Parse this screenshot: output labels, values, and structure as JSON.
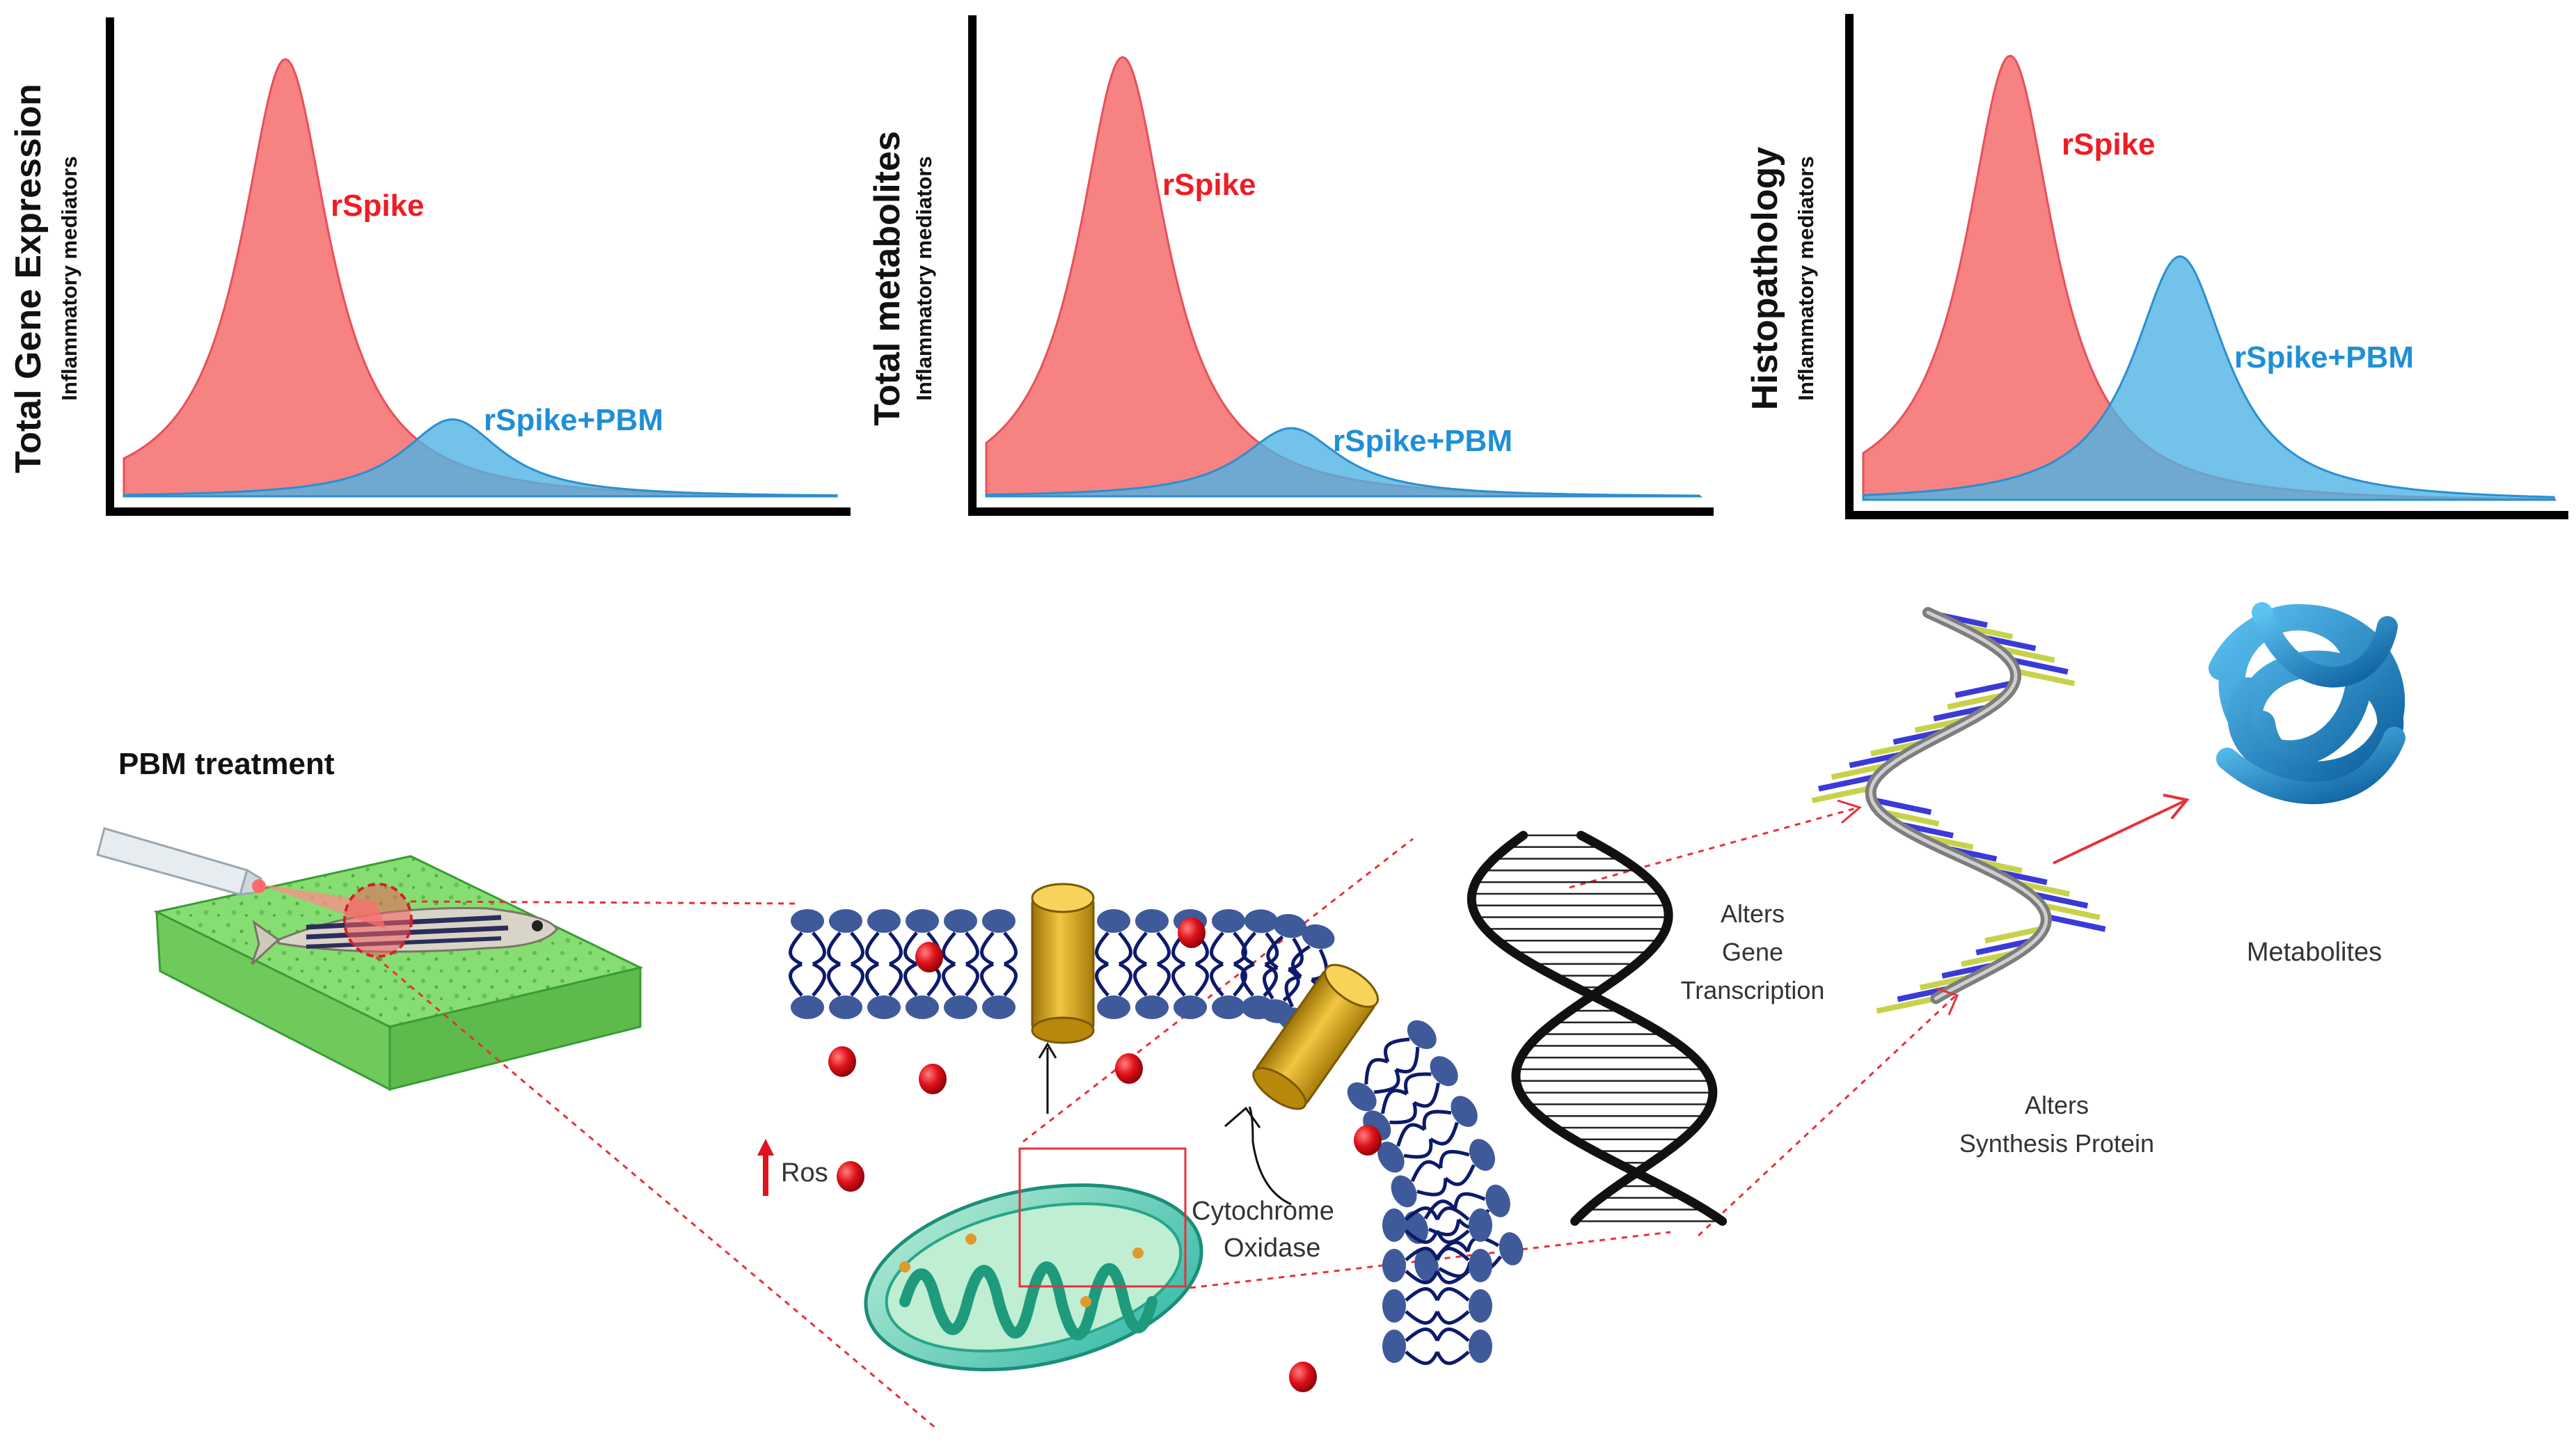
{
  "charts": [
    {
      "title": "Total Gene Expression",
      "subtitle": "Inflammatory mediators",
      "series": [
        {
          "name": "rSpike",
          "color": "#f46c6c"
        },
        {
          "name": "rSpike+PBM",
          "color": "#4fb3e3"
        }
      ]
    },
    {
      "title": "Total metabolites",
      "subtitle": "Inflammatory mediators",
      "series": [
        {
          "name": "rSpike",
          "color": "#f46c6c"
        },
        {
          "name": "rSpike+PBM",
          "color": "#4fb3e3"
        }
      ]
    },
    {
      "title": "Histopathology",
      "subtitle": "Inflammatory mediators",
      "series": [
        {
          "name": "rSpike",
          "color": "#f46c6c"
        },
        {
          "name": "rSpike+PBM",
          "color": "#4fb3e3"
        }
      ]
    }
  ],
  "chart_data": [
    {
      "type": "area",
      "title": "Total Gene Expression",
      "ylabel": "Inflammatory mediators",
      "series": [
        {
          "name": "rSpike",
          "peak_height": 1.0
        },
        {
          "name": "rSpike+PBM",
          "peak_height": 0.17
        }
      ]
    },
    {
      "type": "area",
      "title": "Total metabolites",
      "ylabel": "Inflammatory mediators",
      "series": [
        {
          "name": "rSpike",
          "peak_height": 1.0
        },
        {
          "name": "rSpike+PBM",
          "peak_height": 0.15
        }
      ]
    },
    {
      "type": "area",
      "title": "Histopathology",
      "ylabel": "Inflammatory mediators",
      "series": [
        {
          "name": "rSpike",
          "peak_height": 1.0
        },
        {
          "name": "rSpike+PBM",
          "peak_height": 0.53
        }
      ]
    }
  ],
  "diagram": {
    "pbm_label": "PBM treatment",
    "ros_label": "Ros",
    "cytochrome_line1": "Cytochrome",
    "cytochrome_line2": "Oxidase",
    "gene_line1": "Alters",
    "gene_line2": "Gene",
    "gene_line3": "Transcription",
    "protein_line1": "Alters",
    "protein_line2": "Synthesis Protein",
    "metabolites_label": "Metabolites",
    "colors": {
      "ros": "#e0121b",
      "membrane_head": "#3f5a9a",
      "channel": "#e2b11e",
      "sponge": "#7fd96b",
      "protein": "#1c8ed3",
      "dotted_line": "#e8303a"
    }
  }
}
